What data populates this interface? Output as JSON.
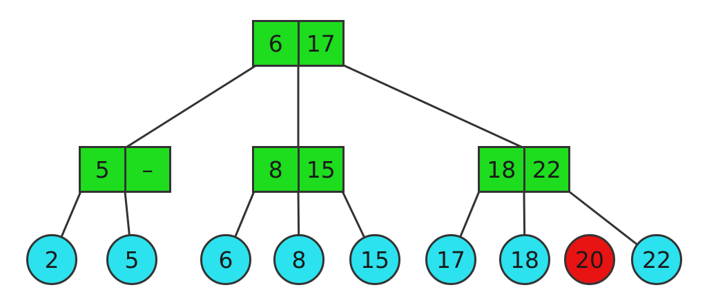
{
  "diagram": {
    "type": "b-tree",
    "colors": {
      "internal": "#1edc1e",
      "leaf": "#2be2ee",
      "highlight": "#e81313",
      "stroke": "#333333",
      "text": "#1a1a1a"
    },
    "root": {
      "keys": [
        "6",
        "17"
      ]
    },
    "internal_nodes": [
      {
        "keys": [
          "5",
          "–"
        ]
      },
      {
        "keys": [
          "8",
          "15"
        ]
      },
      {
        "keys": [
          "18",
          "22"
        ]
      }
    ],
    "leaves": [
      {
        "value": "2",
        "highlight": false
      },
      {
        "value": "5",
        "highlight": false
      },
      {
        "value": "6",
        "highlight": false
      },
      {
        "value": "8",
        "highlight": false
      },
      {
        "value": "15",
        "highlight": false
      },
      {
        "value": "17",
        "highlight": false
      },
      {
        "value": "18",
        "highlight": false
      },
      {
        "value": "20",
        "highlight": true
      },
      {
        "value": "22",
        "highlight": false
      }
    ]
  }
}
